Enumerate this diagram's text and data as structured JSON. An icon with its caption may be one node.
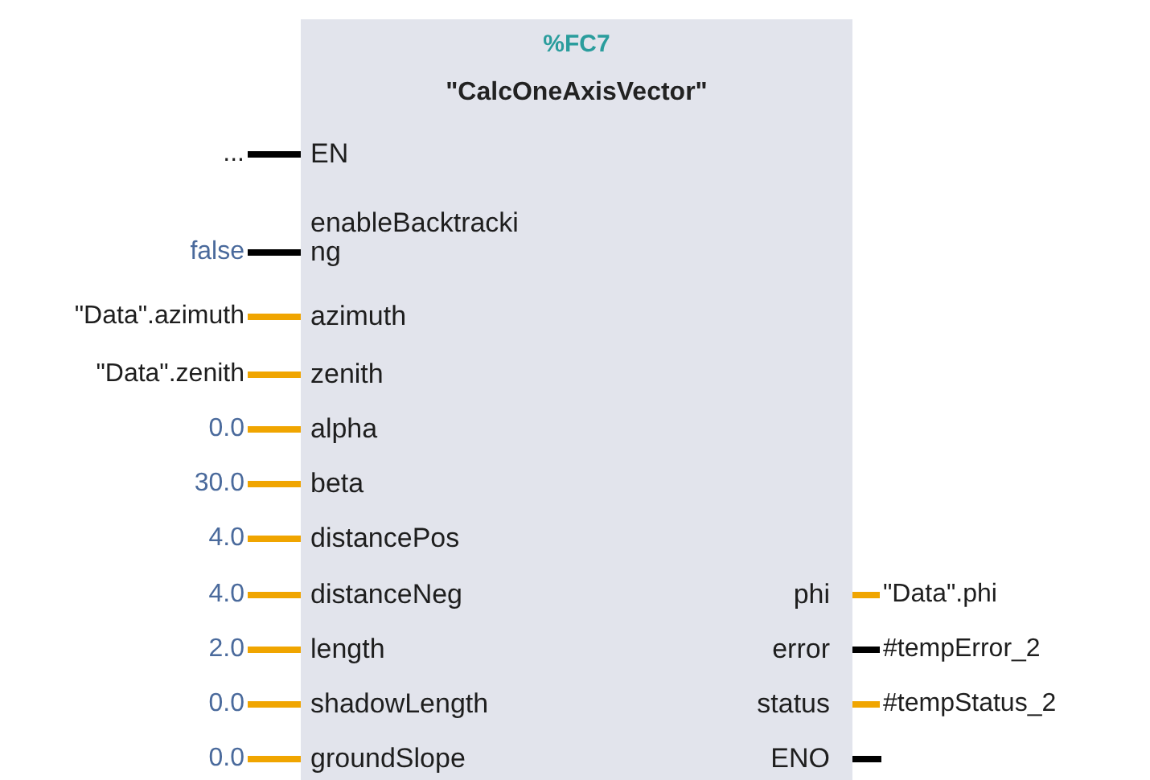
{
  "diagram": {
    "nodes": [
      {
        "text": [
          "%FC7",
          "\"CalcOneAxisVector\""
        ]
      },
      {
        "text": [
          "EN"
        ],
        "in": 0
      },
      {
        "text": [
          "enableBacktracking"
        ],
        "in": 0
      },
      {
        "text": [
          "azimuth"
        ],
        "in": 0
      },
      {
        "text": [
          "zenith"
        ],
        "in": 0
      },
      {
        "text": [
          "alpha"
        ],
        "in": 0
      },
      {
        "text": [
          "beta"
        ],
        "in": 0
      },
      {
        "text": [
          "distancePos"
        ],
        "in": 0
      },
      {
        "text": [
          "distanceNeg"
        ],
        "in": 0
      },
      {
        "text": [
          "length"
        ],
        "in": 0
      },
      {
        "text": [
          "shadowLength"
        ],
        "in": 0
      },
      {
        "text": [
          "groundSlope"
        ],
        "in": 0
      },
      {
        "text": [
          "phi"
        ],
        "in": 0
      },
      {
        "text": [
          "error"
        ],
        "in": 0
      },
      {
        "text": [
          "status"
        ],
        "in": 0
      },
      {
        "text": [
          "ENO"
        ],
        "in": 0
      },
      {
        "text": [
          "..."
        ]
      },
      {
        "text": [
          "false"
        ]
      },
      {
        "text": [
          "\"Data\".azimuth"
        ]
      },
      {
        "text": [
          "\"Data\".zenith"
        ]
      },
      {
        "text": [
          "0.0"
        ]
      },
      {
        "text": [
          "30.0"
        ]
      },
      {
        "text": [
          "4.0"
        ]
      },
      {
        "text": [
          "4.0"
        ]
      },
      {
        "text": [
          "2.0"
        ]
      },
      {
        "text": [
          "0.0"
        ]
      },
      {
        "text": [
          "0.0"
        ]
      },
      {
        "text": [
          "\"Data\".phi"
        ]
      },
      {
        "text": [
          "#tempError_2"
        ]
      },
      {
        "text": [
          "#tempStatus_2"
        ]
      }
    ],
    "edges": [
      {
        "from": 16,
        "to": 1,
        "arrow": "none",
        "color": "#000000"
      },
      {
        "from": 17,
        "to": 2,
        "arrow": "none",
        "color": "#000000"
      },
      {
        "from": 18,
        "to": 3,
        "arrow": "none"
      },
      {
        "from": 19,
        "to": 4,
        "arrow": "none"
      },
      {
        "from": 20,
        "to": 5,
        "arrow": "none"
      },
      {
        "from": 21,
        "to": 6,
        "arrow": "none"
      },
      {
        "from": 22,
        "to": 7,
        "arrow": "none"
      },
      {
        "from": 23,
        "to": 8,
        "arrow": "none"
      },
      {
        "from": 24,
        "to": 9,
        "arrow": "none"
      },
      {
        "from": 25,
        "to": 10,
        "arrow": "none"
      },
      {
        "from": 26,
        "to": 11,
        "arrow": "none"
      },
      {
        "from": 12,
        "to": 27,
        "arrow": "none"
      },
      {
        "from": 13,
        "to": 28,
        "arrow": "none",
        "color": "#000000"
      },
      {
        "from": 14,
        "to": 29,
        "arrow": "none"
      },
      {
        "from": 15,
        "to": null,
        "arrow": "none",
        "color": "#000000"
      }
    ]
  }
}
